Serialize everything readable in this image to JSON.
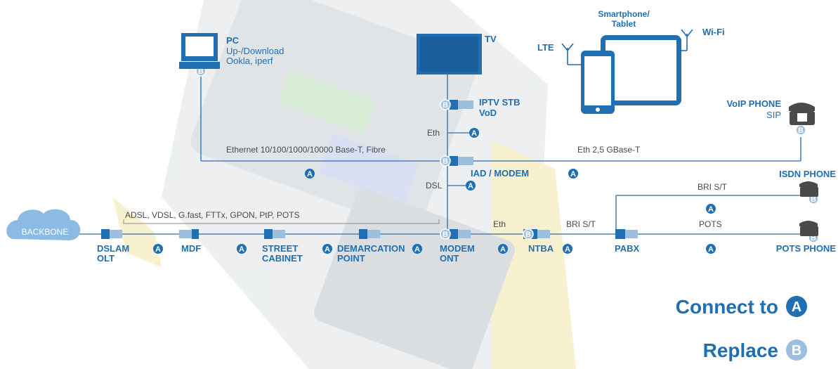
{
  "backbone": "BACKBONE",
  "chain": [
    {
      "id": "dslam",
      "line1": "DSLAM",
      "line2": "OLT"
    },
    {
      "id": "mdf",
      "line1": "MDF",
      "line2": ""
    },
    {
      "id": "street",
      "line1": "STREET",
      "line2": "CABINET"
    },
    {
      "id": "demarc",
      "line1": "DEMARCATION",
      "line2": "POINT"
    },
    {
      "id": "modem",
      "line1": "MODEM",
      "line2": "ONT"
    },
    {
      "id": "ntba",
      "line1": "NTBA",
      "line2": ""
    },
    {
      "id": "pabx",
      "line1": "PABX",
      "line2": ""
    }
  ],
  "access_label": "ADSL, VDSL, G.fast, FTTx, GPON, PtP, POTS",
  "pc": {
    "title": "PC",
    "line1": "Up-/Download",
    "line2": "Ookla, iperf"
  },
  "tv": {
    "title": "TV"
  },
  "iptv": {
    "line1": "IPTV STB",
    "line2": "VoD"
  },
  "iad": {
    "title": "IAD / MODEM"
  },
  "smartphone": {
    "line1": "Smartphone/",
    "line2": "Tablet"
  },
  "lte": "LTE",
  "wifi": "Wi-Fi",
  "voip": {
    "title": "VoIP PHONE",
    "sub": "SIP"
  },
  "isdn": {
    "title": "ISDN PHONE"
  },
  "pots_phone": {
    "title": "POTS PHONE"
  },
  "links": {
    "eth_top": "Eth",
    "dsl": "DSL",
    "ethernet": "Ethernet 10/100/1000/10000 Base-T, Fibre",
    "eth25": "Eth 2,5 GBase-T",
    "eth_ntba": "Eth",
    "bri_ntba": "BRI S/T",
    "bri_isdn": "BRI S/T",
    "pots": "POTS"
  },
  "badges": {
    "a": "A",
    "b": "B"
  },
  "legend": {
    "connect": "Connect to",
    "replace": "Replace"
  },
  "colors": {
    "accent": "#1f6fb2",
    "cable": "#4a83bb",
    "cloud": "#8bbbe3",
    "background_device": "#c9ced3"
  }
}
